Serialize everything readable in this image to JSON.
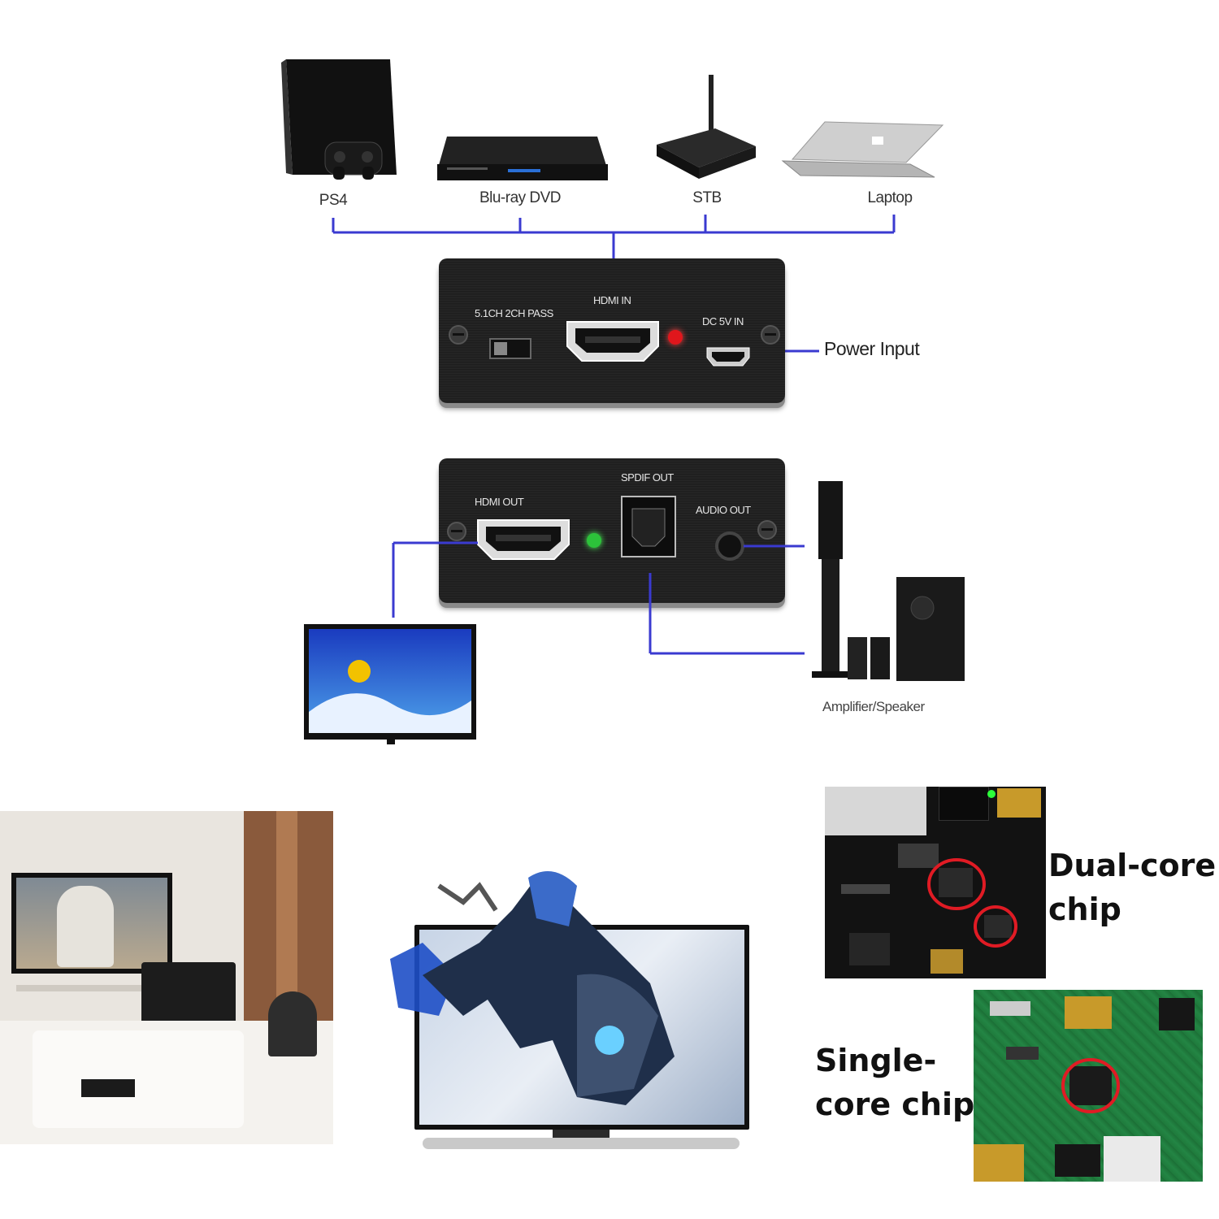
{
  "sources": {
    "ps4": "PS4",
    "bluray": "Blu-ray DVD",
    "stb": "STB",
    "laptop": "Laptop"
  },
  "front_panel": {
    "switch_label": "5.1CH 2CH PASS",
    "hdmi_in": "HDMI IN",
    "dc_in": "DC 5V IN",
    "power_input": "Power Input"
  },
  "back_panel": {
    "hdmi_out": "HDMI OUT",
    "spdif_out": "SPDIF OUT",
    "audio_out": "AUDIO OUT",
    "amplifier": "Amplifier/Speaker"
  },
  "chips": {
    "dual_line1": "Dual-core",
    "dual_line2": "chip",
    "single_line1": "Single-",
    "single_line2": "core chip"
  },
  "colors": {
    "connector_line": "#3a3ad0",
    "led_red": "#e0161c",
    "led_green": "#2cc23a",
    "highlight_circle": "#e01b24"
  }
}
